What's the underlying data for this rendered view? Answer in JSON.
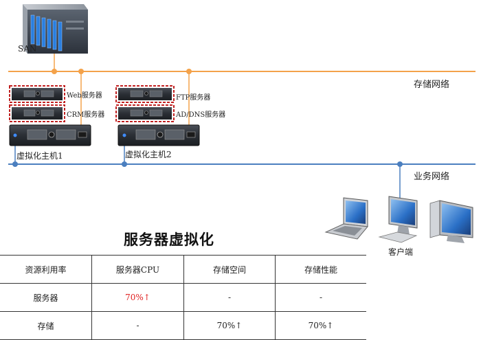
{
  "storage_san": {
    "label": "SAN"
  },
  "networks": {
    "storage": "存储网络",
    "business": "业务网络"
  },
  "vm_servers": {
    "web": "Web服务器",
    "crm": "CRM服务器",
    "ftp": "FTP服务器",
    "ad_dns": "AD/DNS服务器"
  },
  "hosts": {
    "host1": "虚拟化主机1",
    "host2": "虚拟化主机2"
  },
  "client": {
    "label": "客户端"
  },
  "title": "服务器虚拟化",
  "table": {
    "headers": [
      "资源利用率",
      "服务器CPU",
      "存储空间",
      "存储性能"
    ],
    "rows": [
      {
        "name": "服务器",
        "cpu": "70%↑",
        "space": "-",
        "perf": "-"
      },
      {
        "name": "存储",
        "cpu": "-",
        "space": "70%↑",
        "perf": "70%↑"
      }
    ]
  },
  "colors": {
    "storage_line": "#f4a24a",
    "business_line": "#4b7fbf",
    "highlight_text": "#e02020",
    "vm_border": "#c02020"
  }
}
